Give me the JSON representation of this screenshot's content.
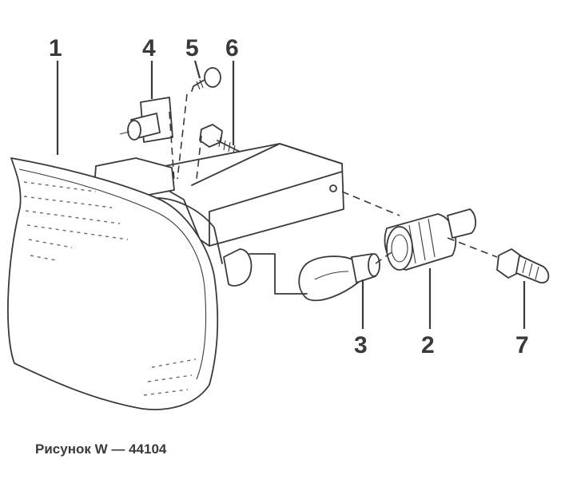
{
  "callouts": {
    "n1": "1",
    "n2": "2",
    "n3": "3",
    "n4": "4",
    "n5": "5",
    "n6": "6",
    "n7": "7"
  },
  "caption": "Рисунок W — 44104"
}
